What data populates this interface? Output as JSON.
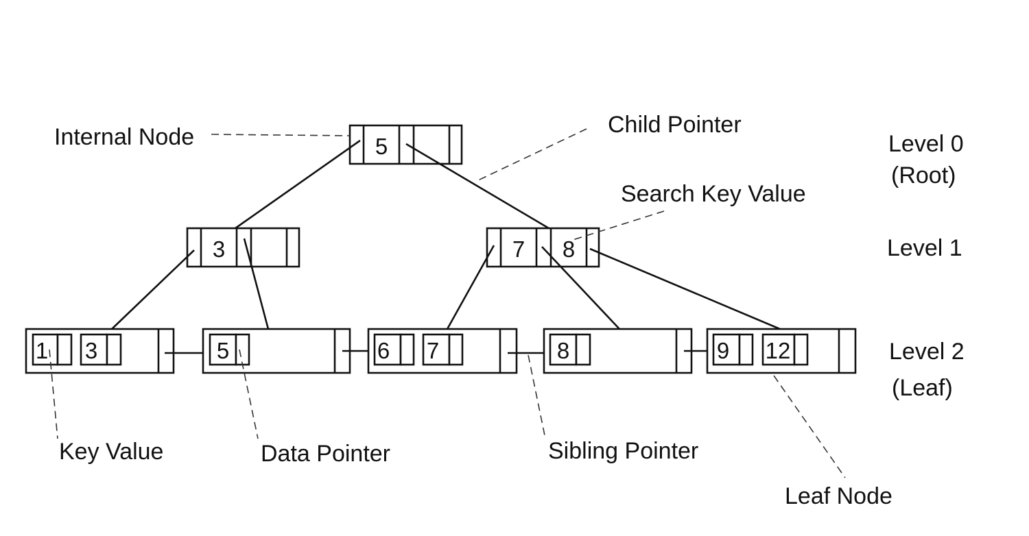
{
  "nodes": {
    "root": {
      "keys": [
        "5"
      ]
    },
    "level1_left": {
      "keys": [
        "3"
      ]
    },
    "level1_right": {
      "keys": [
        "7",
        "8"
      ]
    },
    "leaf1": {
      "keys": [
        "1",
        "3"
      ]
    },
    "leaf2": {
      "keys": [
        "5"
      ]
    },
    "leaf3": {
      "keys": [
        "6",
        "7"
      ]
    },
    "leaf4": {
      "keys": [
        "8"
      ]
    },
    "leaf5": {
      "keys": [
        "9",
        "12"
      ]
    }
  },
  "annotations": {
    "internal_node": "Internal Node",
    "child_pointer": "Child Pointer",
    "search_key_value": "Search Key Value",
    "key_value": "Key Value",
    "data_pointer": "Data Pointer",
    "sibling_pointer": "Sibling Pointer",
    "leaf_node": "Leaf Node"
  },
  "levels": {
    "level0": "Level 0",
    "level0_sub": "(Root)",
    "level1": "Level 1",
    "level2": "Level 2",
    "level2_sub": "(Leaf)"
  }
}
